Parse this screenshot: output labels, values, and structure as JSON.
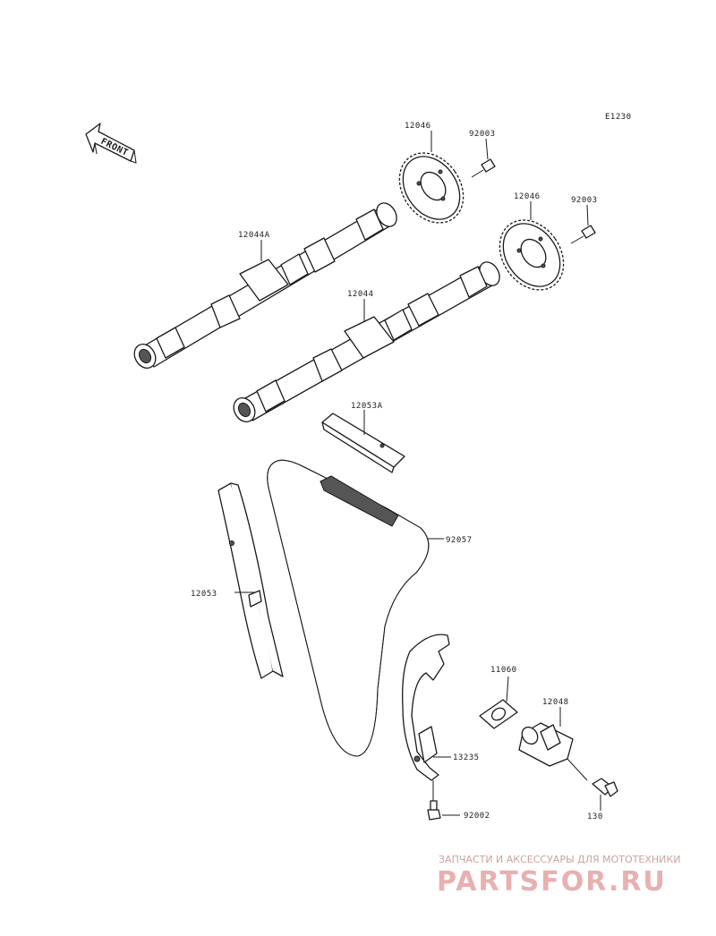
{
  "diagram_code": "E1230",
  "front_label": "FRONT",
  "parts": {
    "sprocket_1": "12046",
    "bolt_1": "92003",
    "sprocket_2": "12046",
    "bolt_2": "92003",
    "camshaft_intake": "12044A",
    "camshaft_exhaust": "12044",
    "guide_upper": "12053A",
    "chain": "92057",
    "guide_rear": "12053",
    "gasket": "11060",
    "tensioner": "12048",
    "guide_front": "13235",
    "bolt_guide": "92002",
    "bolt_tensioner": "130"
  },
  "watermark": {
    "line1": "ЗАПЧАСТИ И АКСЕССУАРЫ ДЛЯ МОТОТЕХНИКИ",
    "line2": "PARTSFOR.RU"
  }
}
